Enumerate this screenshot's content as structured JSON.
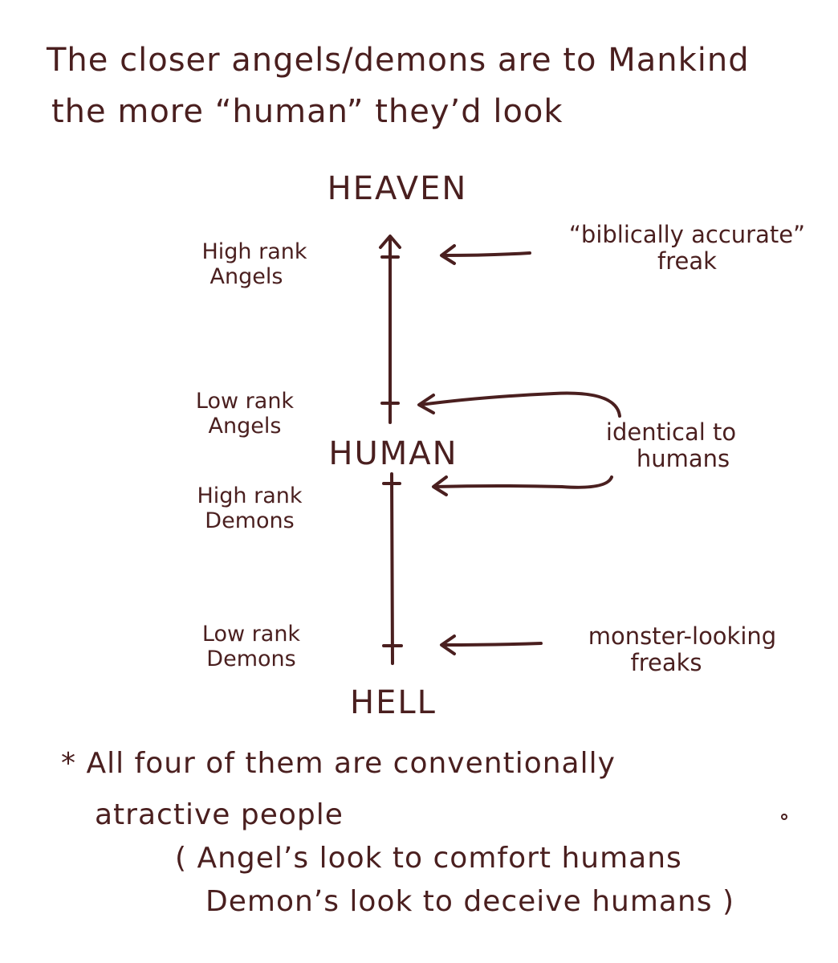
{
  "header": {
    "line1": "The closer angels/demons are to Mankind",
    "line2": "the more “human” they’d look"
  },
  "scale": {
    "top": "HEAVEN",
    "middle": "HUMAN",
    "bottom": "HELL"
  },
  "ranks": [
    {
      "line1": "High rank",
      "line2": "Angels"
    },
    {
      "line1": "Low rank",
      "line2": "Angels"
    },
    {
      "line1": "High rank",
      "line2": "Demons"
    },
    {
      "line1": "Low rank",
      "line2": "Demons"
    }
  ],
  "notes": {
    "biblical": {
      "line1": "“biblically accurate”",
      "line2": "freak"
    },
    "identical": {
      "line1": "identical to",
      "line2": "humans"
    },
    "monster": {
      "line1": "monster-looking",
      "line2": "freaks"
    }
  },
  "footnote": {
    "line1": "* All four of them are conventionally",
    "line2": "atractive people",
    "line3": "( Angel’s look to comfort humans",
    "line4": "Demon’s look to deceive humans )"
  },
  "colors": {
    "ink": "#4a1f1f",
    "background": "#ffffff"
  }
}
